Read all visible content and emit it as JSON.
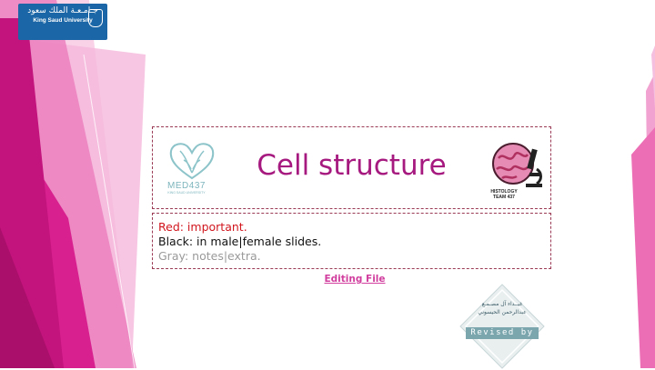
{
  "logo": {
    "arabic_name": "جـامـعـة الملك سعود",
    "english_name": "King Saud University"
  },
  "title": "Cell structure",
  "med_logo": {
    "name": "MED437",
    "subtitle": "KING SAUD UNIVERSITY"
  },
  "histology_logo": {
    "line1": "HISTOLOGY",
    "line2": "TEAM 437"
  },
  "legend": {
    "red": "Red: important.",
    "black": "Black: in male|female slides.",
    "gray": "Gray: notes|extra."
  },
  "editing_link": "Editing File",
  "revised": {
    "names_line1": "غيــداء آل مصـمـع",
    "names_line2": "عبدالرحمن الحيسوني",
    "label": "Revised by"
  },
  "colors": {
    "accent_magenta": "#a6197f",
    "important_red": "#d1161e",
    "notes_gray": "#9a9a9a",
    "link_pink": "#d13e9e",
    "logo_blue": "#1b66a6"
  }
}
